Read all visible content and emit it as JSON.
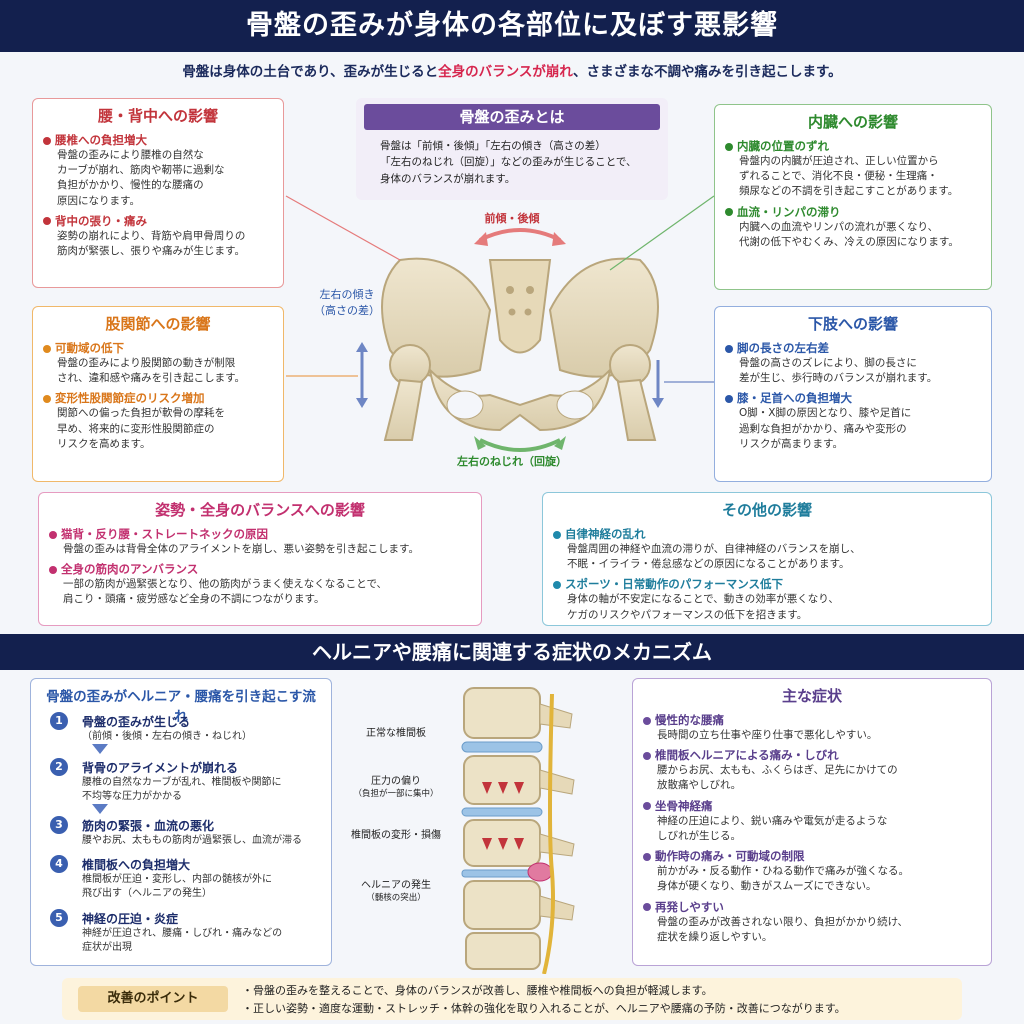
{
  "title": "骨盤の歪みが身体の各部位に及ぼす悪影響",
  "intro": {
    "before": "骨盤は身体の土台であり、歪みが生じると",
    "highlight": "全身のバランスが崩れ",
    "after": "、さまざまな不調や痛みを引き起こします。"
  },
  "definition": {
    "title": "骨盤の歪みとは",
    "text": "骨盤は「前傾・後傾」「左右の傾き（高さの差）\n「左右のねじれ（回旋）」などの歪みが生じることで、\n身体のバランスが崩れます。"
  },
  "pelvis_labels": {
    "tilt": "前傾・後傾",
    "side_1": "左右の傾き",
    "side_2": "（高さの差）",
    "twist": "左右のねじれ（回旋）"
  },
  "boxes": {
    "back": {
      "title": "腰・背中への影響",
      "items": [
        {
          "h": "腰椎への負担増大",
          "t": "骨盤の歪みにより腰椎の自然な\nカーブが崩れ、筋肉や靭帯に過剰な\n負担がかかり、慢性的な腰痛の\n原因になります。"
        },
        {
          "h": "背中の張り・痛み",
          "t": "姿勢の崩れにより、背筋や肩甲骨周りの\n筋肉が緊張し、張りや痛みが生じます。"
        }
      ]
    },
    "hip": {
      "title": "股関節への影響",
      "items": [
        {
          "h": "可動域の低下",
          "t": "骨盤の歪みにより股関節の動きが制限\nされ、違和感や痛みを引き起こします。"
        },
        {
          "h": "変形性股関節症のリスク増加",
          "t": "関節への偏った負担が軟骨の摩耗を\n早め、将来的に変形性股関節症の\nリスクを高めます。"
        }
      ]
    },
    "organ": {
      "title": "内臓への影響",
      "items": [
        {
          "h": "内臓の位置のずれ",
          "t": "骨盤内の内臓が圧迫され、正しい位置から\nずれることで、消化不良・便秘・生理痛・\n頻尿などの不調を引き起こすことがあります。"
        },
        {
          "h": "血流・リンパの滞り",
          "t": "内臓への血流やリンパの流れが悪くなり、\n代謝の低下やむくみ、冷えの原因になります。"
        }
      ]
    },
    "leg": {
      "title": "下肢への影響",
      "items": [
        {
          "h": "脚の長さの左右差",
          "t": "骨盤の高さのズレにより、脚の長さに\n差が生じ、歩行時のバランスが崩れます。"
        },
        {
          "h": "膝・足首への負担増大",
          "t": "O脚・X脚の原因となり、膝や足首に\n過剰な負担がかかり、痛みや変形の\nリスクが高まります。"
        }
      ]
    },
    "posture": {
      "title": "姿勢・全身のバランスへの影響",
      "items": [
        {
          "h": "猫背・反り腰・ストレートネックの原因",
          "t": "骨盤の歪みは背骨全体のアライメントを崩し、悪い姿勢を引き起こします。"
        },
        {
          "h": "全身の筋肉のアンバランス",
          "t": "一部の筋肉が過緊張となり、他の筋肉がうまく使えなくなることで、\n肩こり・頭痛・疲労感など全身の不調につながります。"
        }
      ]
    },
    "other": {
      "title": "その他の影響",
      "items": [
        {
          "h": "自律神経の乱れ",
          "t": "骨盤周囲の神経や血流の滞りが、自律神経のバランスを崩し、\n不眠・イライラ・倦怠感などの原因になることがあります。"
        },
        {
          "h": "スポーツ・日常動作のパフォーマンス低下",
          "t": "身体の軸が不安定になることで、動きの効率が悪くなり、\nケガのリスクやパフォーマンスの低下を招きます。"
        }
      ]
    }
  },
  "mechanism": {
    "banner": "ヘルニアや腰痛に関連する症状のメカニズム",
    "flow_title": "骨盤の歪みがヘルニア・腰痛を引き起こす流れ",
    "steps": [
      {
        "n": "1",
        "h": "骨盤の歪みが生じる",
        "t": "（前傾・後傾・左右の傾き・ねじれ）"
      },
      {
        "n": "2",
        "h": "背骨のアライメントが崩れる",
        "t": "腰椎の自然なカーブが乱れ、椎間板や関節に\n不均等な圧力がかかる"
      },
      {
        "n": "3",
        "h": "筋肉の緊張・血流の悪化",
        "t": "腰やお尻、太ももの筋肉が過緊張し、血流が滞る"
      },
      {
        "n": "4",
        "h": "椎間板への負担増大",
        "t": "椎間板が圧迫・変形し、内部の髄核が外に\n飛び出す（ヘルニアの発生）"
      },
      {
        "n": "5",
        "h": "神経の圧迫・炎症",
        "t": "神経が圧迫され、腰痛・しびれ・痛みなどの\n症状が出現"
      }
    ],
    "spine_labels": [
      {
        "main": "正常な椎間板",
        "sub": ""
      },
      {
        "main": "圧力の偏り",
        "sub": "（負担が一部に集中）"
      },
      {
        "main": "椎間板の変形・損傷",
        "sub": ""
      },
      {
        "main": "ヘルニアの発生",
        "sub": "（髄核の突出）"
      }
    ]
  },
  "symptoms": {
    "title": "主な症状",
    "items": [
      {
        "h": "慢性的な腰痛",
        "t": "長時間の立ち仕事や座り仕事で悪化しやすい。"
      },
      {
        "h": "椎間板ヘルニアによる痛み・しびれ",
        "t": "腰からお尻、太もも、ふくらはぎ、足先にかけての\n放散痛やしびれ。"
      },
      {
        "h": "坐骨神経痛",
        "t": "神経の圧迫により、鋭い痛みや電気が走るような\nしびれが生じる。"
      },
      {
        "h": "動作時の痛み・可動域の制限",
        "t": "前かがみ・反る動作・ひねる動作で痛みが強くなる。\n身体が硬くなり、動きがスムーズにできない。"
      },
      {
        "h": "再発しやすい",
        "t": "骨盤の歪みが改善されない限り、負担がかかり続け、\n症状を繰り返しやすい。"
      }
    ]
  },
  "improvement": {
    "label": "改善のポイント",
    "lines": [
      "・骨盤の歪みを整えることで、身体のバランスが改善し、腰椎や椎間板への負担が軽減します。",
      "・正しい姿勢・適度な運動・ストレッチ・体幹の強化を取り入れることが、ヘルニアや腰痛の予防・改善につながります。"
    ]
  },
  "colors": {
    "navy": "#13204e",
    "red": "#c2343b",
    "orange": "#d9761a",
    "green": "#2e8a2e",
    "blue": "#2b57a8",
    "pink": "#c2306f",
    "teal": "#1f7d9c",
    "purple": "#6b4c9c"
  }
}
